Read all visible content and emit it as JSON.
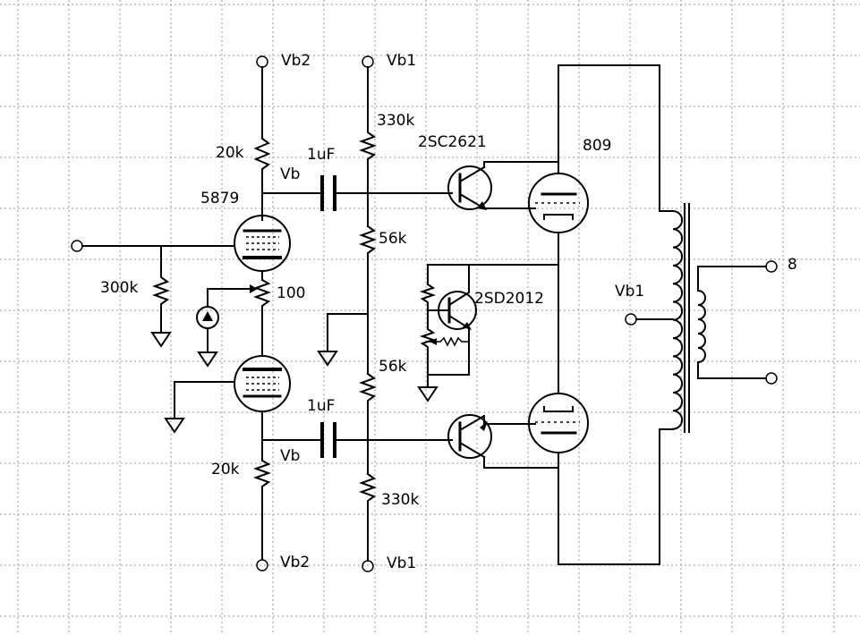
{
  "labels": {
    "vb2_top": "Vb2",
    "vb1_top": "Vb1",
    "r_20k_top": "20k",
    "cap_top": "1uF",
    "vb_top": "Vb",
    "tube_5879": "5879",
    "r_330k_top": "330k",
    "transistor_2sc2621": "2SC2621",
    "tube_809": "809",
    "r_56k_top": "56k",
    "r_300k": "300k",
    "r_100": "100",
    "transistor_2sd2012": "2SD2012",
    "vb1_transformer": "Vb1",
    "output_8": "8",
    "r_56k_bottom": "56k",
    "cap_bottom": "1uF",
    "vb_bottom": "Vb",
    "r_20k_bottom": "20k",
    "r_330k_bottom": "330k",
    "vb2_bottom": "Vb2",
    "vb1_bottom": "Vb1"
  },
  "style": {
    "line_color": "#000000",
    "grid_color": "#9a9a9a",
    "background": "#ffffff"
  }
}
